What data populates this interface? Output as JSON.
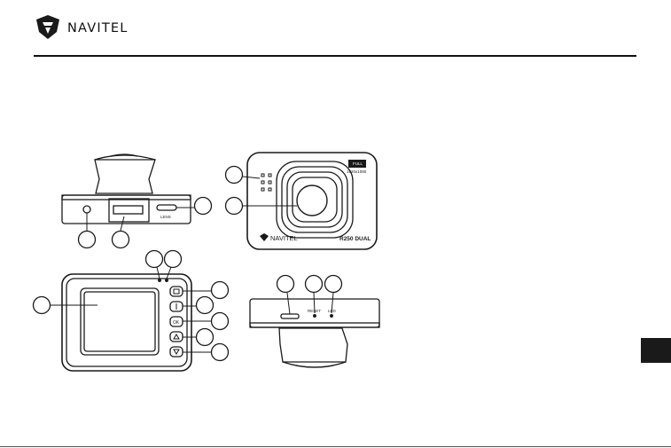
{
  "brand": {
    "name": "NAVITEL"
  },
  "device_front": {
    "logo": "NAVITEL",
    "model": "R250 DUAL",
    "badge_top": "FULL",
    "badge_bottom": "1920x1080"
  },
  "device_top_view": {
    "port_label": "LENS"
  },
  "device_bottom_view": {
    "reset_label": "RESET",
    "led_label": "LED"
  },
  "colors": {
    "ink": "#1a1a1a",
    "accent": "#1a1a1a"
  },
  "icons": [
    "navitel-logo-icon"
  ]
}
